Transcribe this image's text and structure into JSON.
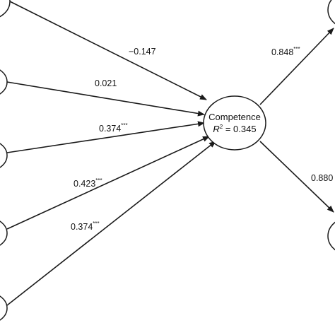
{
  "center_node": {
    "title": "Competence",
    "r2_symbol": "R",
    "r2_exp": "2",
    "r2_rest": " = 0.345"
  },
  "paths_in": [
    {
      "value": "−0.147",
      "sig": ""
    },
    {
      "value": "0.021",
      "sig": ""
    },
    {
      "value": "0.374",
      "sig": "***"
    },
    {
      "value": "0.423",
      "sig": "***"
    },
    {
      "value": "0.374",
      "sig": "***"
    }
  ],
  "paths_out": [
    {
      "value": "0.848",
      "sig": "***"
    },
    {
      "value": "0.880",
      "sig": ""
    }
  ],
  "colors": {
    "stroke": "#1a1a1a",
    "background": "#ffffff"
  }
}
